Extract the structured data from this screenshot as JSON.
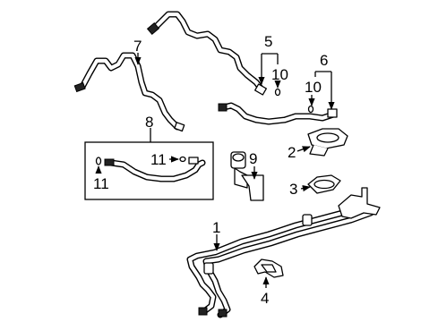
{
  "callouts": {
    "c1": "1",
    "c2": "2",
    "c3": "3",
    "c4": "4",
    "c5": "5",
    "c6": "6",
    "c7": "7",
    "c8": "8",
    "c9": "9",
    "c10a": "10",
    "c10b": "10",
    "c11a": "11",
    "c11b": "11"
  },
  "colors": {
    "line": "#000000",
    "background": "#ffffff"
  }
}
